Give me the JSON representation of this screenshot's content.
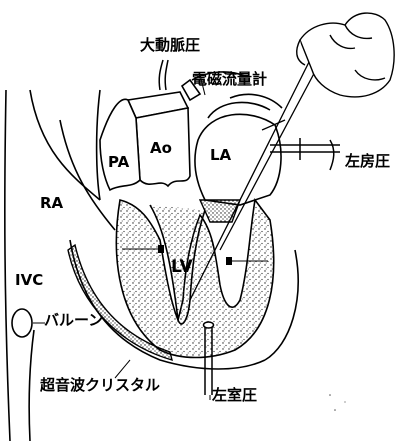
{
  "labels": {
    "aortic_pressure": "大動脈圧",
    "flow_meter": "電磁流量計",
    "ao": "Ao",
    "pa": "PA",
    "la": "LA",
    "ra": "RA",
    "lv": "LV",
    "ivc": "IVC",
    "left_atrial_pressure": "左房圧",
    "balloon": "バルーン",
    "ultrasonic_crystal": "超音波クリスタル",
    "left_ventricular_pressure": "左室圧"
  }
}
